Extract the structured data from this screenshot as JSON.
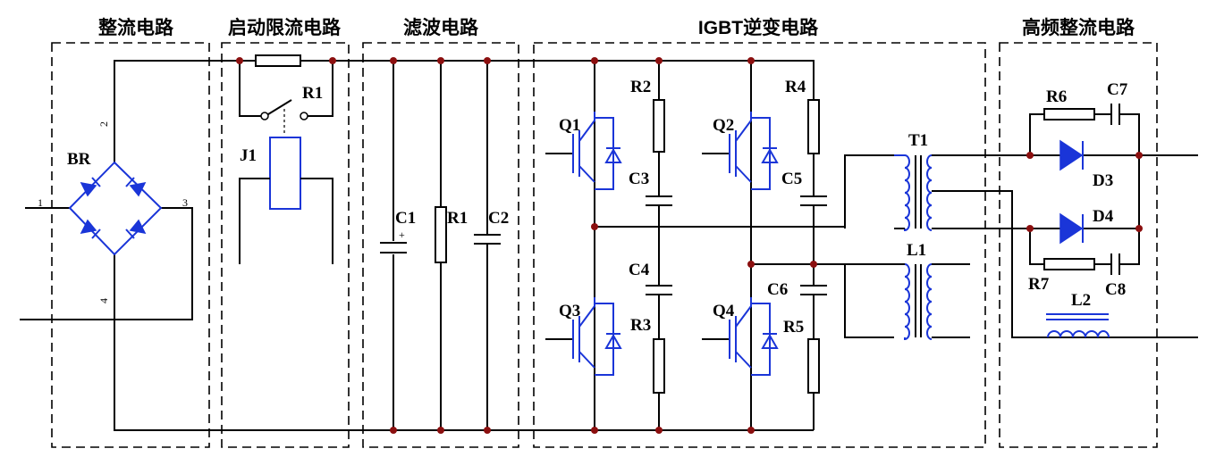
{
  "sections": {
    "rectifier": "整流电路",
    "startup_limit": "启动限流电路",
    "filter": "滤波电路",
    "igbt_inverter": "IGBT逆变电路",
    "hf_rectifier": "高频整流电路"
  },
  "components": {
    "BR": "BR",
    "R1_startup": "R1",
    "J1": "J1",
    "C1": "C1",
    "C1_polarity": "+",
    "R1_filter": "R1",
    "C2": "C2",
    "Q1": "Q1",
    "Q2": "Q2",
    "Q3": "Q3",
    "Q4": "Q4",
    "R2": "R2",
    "R3": "R3",
    "R4": "R4",
    "R5": "R5",
    "C3": "C3",
    "C4": "C4",
    "C5": "C5",
    "C6": "C6",
    "T1": "T1",
    "L1": "L1",
    "R6": "R6",
    "R7": "R7",
    "C7": "C7",
    "C8": "C8",
    "D3": "D3",
    "D4": "D4",
    "L2": "L2"
  },
  "pins": {
    "p1": "1",
    "p2": "2",
    "p3": "3",
    "p4": "4"
  },
  "colors": {
    "wire": "#000000",
    "semiconductor": "#1a35d8",
    "junction": "#8b0f0f"
  }
}
